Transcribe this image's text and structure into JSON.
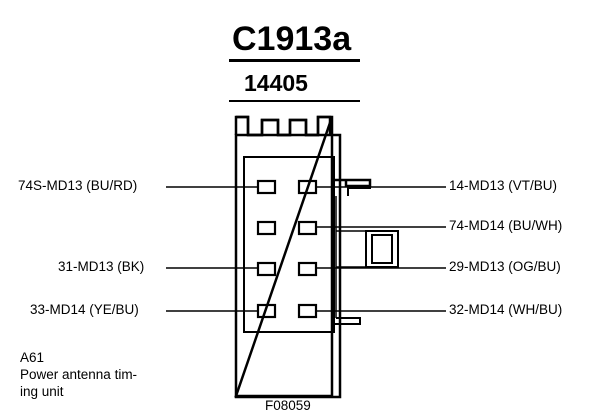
{
  "connector": {
    "id": "C1913a",
    "part_number": "14405"
  },
  "pins_left": [
    {
      "label": "74S-MD13 (BU/RD)"
    },
    {
      "label": "31-MD13 (BK)"
    },
    {
      "label": "33-MD14 (YE/BU)"
    }
  ],
  "pins_right": [
    {
      "label": "14-MD13 (VT/BU)"
    },
    {
      "label": "74-MD14 (BU/WH)"
    },
    {
      "label": "29-MD13 (OG/BU)"
    },
    {
      "label": "32-MD14 (WH/BU)"
    }
  ],
  "component": {
    "code": "A61",
    "name_line1": "Power antenna tim-",
    "name_line2": "ing unit"
  },
  "figure_id": "F08059"
}
